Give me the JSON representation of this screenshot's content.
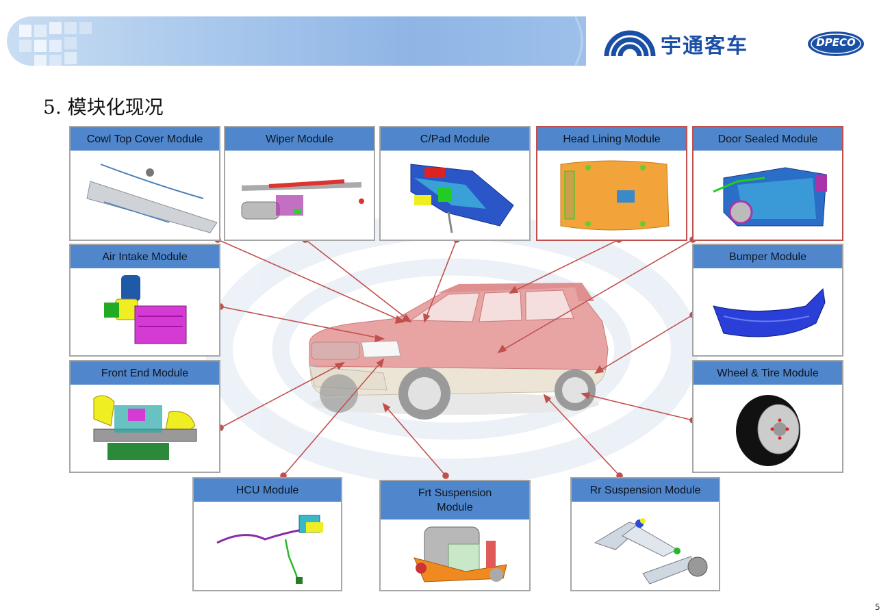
{
  "header": {
    "brand_name": "宇通客车",
    "logo_text": "DPECO"
  },
  "page": {
    "title": "5. 模块化现况",
    "number": "5"
  },
  "modules": {
    "cowl": "Cowl Top Cover Module",
    "wiper": "Wiper Module",
    "cpad": "C/Pad Module",
    "headlining": "Head Lining Module",
    "door": "Door Sealed  Module",
    "airintake": "Air Intake Module",
    "bumper": "Bumper Module",
    "frontend": "Front End Module",
    "wheel": "Wheel & Tire Module",
    "hcu": "HCU Module",
    "frtsusp": "Frt Suspension\nModule",
    "rrsusp": "Rr Suspension Module"
  },
  "colors": {
    "label_bg": "#4f86cc",
    "connector": "#c0504d",
    "brand_blue": "#1a4fa6"
  }
}
